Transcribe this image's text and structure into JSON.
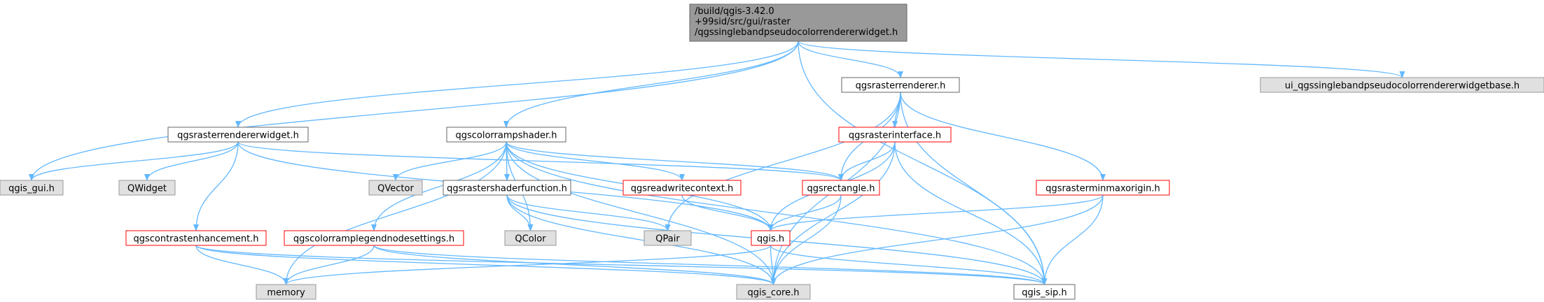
{
  "colors": {
    "edge": "#63b8ff",
    "root_fill": "#999999",
    "root_border": "#666666",
    "normal_fill": "#ffffff",
    "normal_border": "#666666",
    "red_border": "#ff0000",
    "gray_fill": "#e0e0e0",
    "gray_border": "#999999"
  },
  "nodes": [
    {
      "id": "root",
      "style": "root",
      "lines": [
        "/build/qgis-3.42.0",
        "+99sid/src/gui/raster",
        "/qgssinglebandpseudocolorrendererwidget.h"
      ]
    },
    {
      "id": "qgis_gui",
      "style": "gray",
      "lines": [
        "qgis_gui.h"
      ]
    },
    {
      "id": "renderer_widget",
      "style": "normal",
      "lines": [
        "qgsrasterrendererwidget.h"
      ]
    },
    {
      "id": "ramp_shader",
      "style": "normal",
      "lines": [
        "qgscolorrampshader.h"
      ]
    },
    {
      "id": "raster_renderer",
      "style": "normal",
      "lines": [
        "qgsrasterrenderer.h"
      ]
    },
    {
      "id": "qgis_sip",
      "style": "normal",
      "lines": [
        "qgis_sip.h"
      ]
    },
    {
      "id": "ui_base",
      "style": "gray",
      "lines": [
        "ui_qgssinglebandpseudocolorrendererwidgetbase.h"
      ]
    },
    {
      "id": "qwidget",
      "style": "gray",
      "lines": [
        "QWidget"
      ]
    },
    {
      "id": "contrast",
      "style": "red",
      "lines": [
        "qgscontrastenhancement.h"
      ]
    },
    {
      "id": "rectangle",
      "style": "red",
      "lines": [
        "qgsrectangle.h"
      ]
    },
    {
      "id": "memory",
      "style": "gray",
      "lines": [
        "memory"
      ]
    },
    {
      "id": "qgis_core",
      "style": "gray",
      "lines": [
        "qgis_core.h"
      ]
    },
    {
      "id": "legend_settings",
      "style": "red",
      "lines": [
        "qgscolorramplegendnodesettings.h"
      ]
    },
    {
      "id": "qgis_h",
      "style": "red",
      "lines": [
        "qgis.h"
      ]
    },
    {
      "id": "qvector",
      "style": "gray",
      "lines": [
        "QVector"
      ]
    },
    {
      "id": "shader_function",
      "style": "normal",
      "lines": [
        "qgsrastershaderfunction.h"
      ]
    },
    {
      "id": "readwrite",
      "style": "red",
      "lines": [
        "qgsreadwritecontext.h"
      ]
    },
    {
      "id": "qcolor",
      "style": "gray",
      "lines": [
        "QColor"
      ]
    },
    {
      "id": "qpair",
      "style": "gray",
      "lines": [
        "QPair"
      ]
    },
    {
      "id": "interface",
      "style": "red",
      "lines": [
        "qgsrasterinterface.h"
      ]
    },
    {
      "id": "minmax",
      "style": "red",
      "lines": [
        "qgsrasterminmaxorigin.h"
      ]
    }
  ],
  "edges": [
    [
      "root",
      "qgis_gui"
    ],
    [
      "root",
      "renderer_widget"
    ],
    [
      "root",
      "ramp_shader"
    ],
    [
      "root",
      "raster_renderer"
    ],
    [
      "root",
      "qgis_sip"
    ],
    [
      "root",
      "ui_base"
    ],
    [
      "renderer_widget",
      "qgis_gui"
    ],
    [
      "renderer_widget",
      "qwidget"
    ],
    [
      "renderer_widget",
      "contrast"
    ],
    [
      "renderer_widget",
      "rectangle"
    ],
    [
      "renderer_widget",
      "qgis_h"
    ],
    [
      "ramp_shader",
      "memory"
    ],
    [
      "ramp_shader",
      "qgis_core"
    ],
    [
      "ramp_shader",
      "legend_settings"
    ],
    [
      "ramp_shader",
      "qcolor"
    ],
    [
      "ramp_shader",
      "qvector"
    ],
    [
      "ramp_shader",
      "shader_function"
    ],
    [
      "ramp_shader",
      "readwrite"
    ],
    [
      "ramp_shader",
      "rectangle"
    ],
    [
      "ramp_shader",
      "qgis_h"
    ],
    [
      "ramp_shader",
      "qgis_sip"
    ],
    [
      "raster_renderer",
      "qpair"
    ],
    [
      "raster_renderer",
      "rectangle"
    ],
    [
      "raster_renderer",
      "interface"
    ],
    [
      "raster_renderer",
      "minmax"
    ],
    [
      "raster_renderer",
      "qgis_core"
    ],
    [
      "raster_renderer",
      "qgis_sip"
    ],
    [
      "contrast",
      "memory"
    ],
    [
      "contrast",
      "qgis_core"
    ],
    [
      "contrast",
      "qgis_sip"
    ],
    [
      "legend_settings",
      "memory"
    ],
    [
      "legend_settings",
      "qgis_core"
    ],
    [
      "legend_settings",
      "qgis_sip"
    ],
    [
      "shader_function",
      "qcolor"
    ],
    [
      "shader_function",
      "qpair"
    ],
    [
      "shader_function",
      "qgis_core"
    ],
    [
      "shader_function",
      "qgis_sip"
    ],
    [
      "readwrite",
      "qgis_h"
    ],
    [
      "rectangle",
      "qgis_h"
    ],
    [
      "rectangle",
      "qgis_core"
    ],
    [
      "interface",
      "rectangle"
    ],
    [
      "interface",
      "qgis_h"
    ],
    [
      "interface",
      "qgis_core"
    ],
    [
      "interface",
      "qgis_sip"
    ],
    [
      "minmax",
      "qgis_h"
    ],
    [
      "minmax",
      "qgis_core"
    ],
    [
      "minmax",
      "qgis_sip"
    ],
    [
      "qgis_h",
      "memory"
    ],
    [
      "qgis_h",
      "qgis_core"
    ],
    [
      "qgis_h",
      "qgis_sip"
    ]
  ]
}
